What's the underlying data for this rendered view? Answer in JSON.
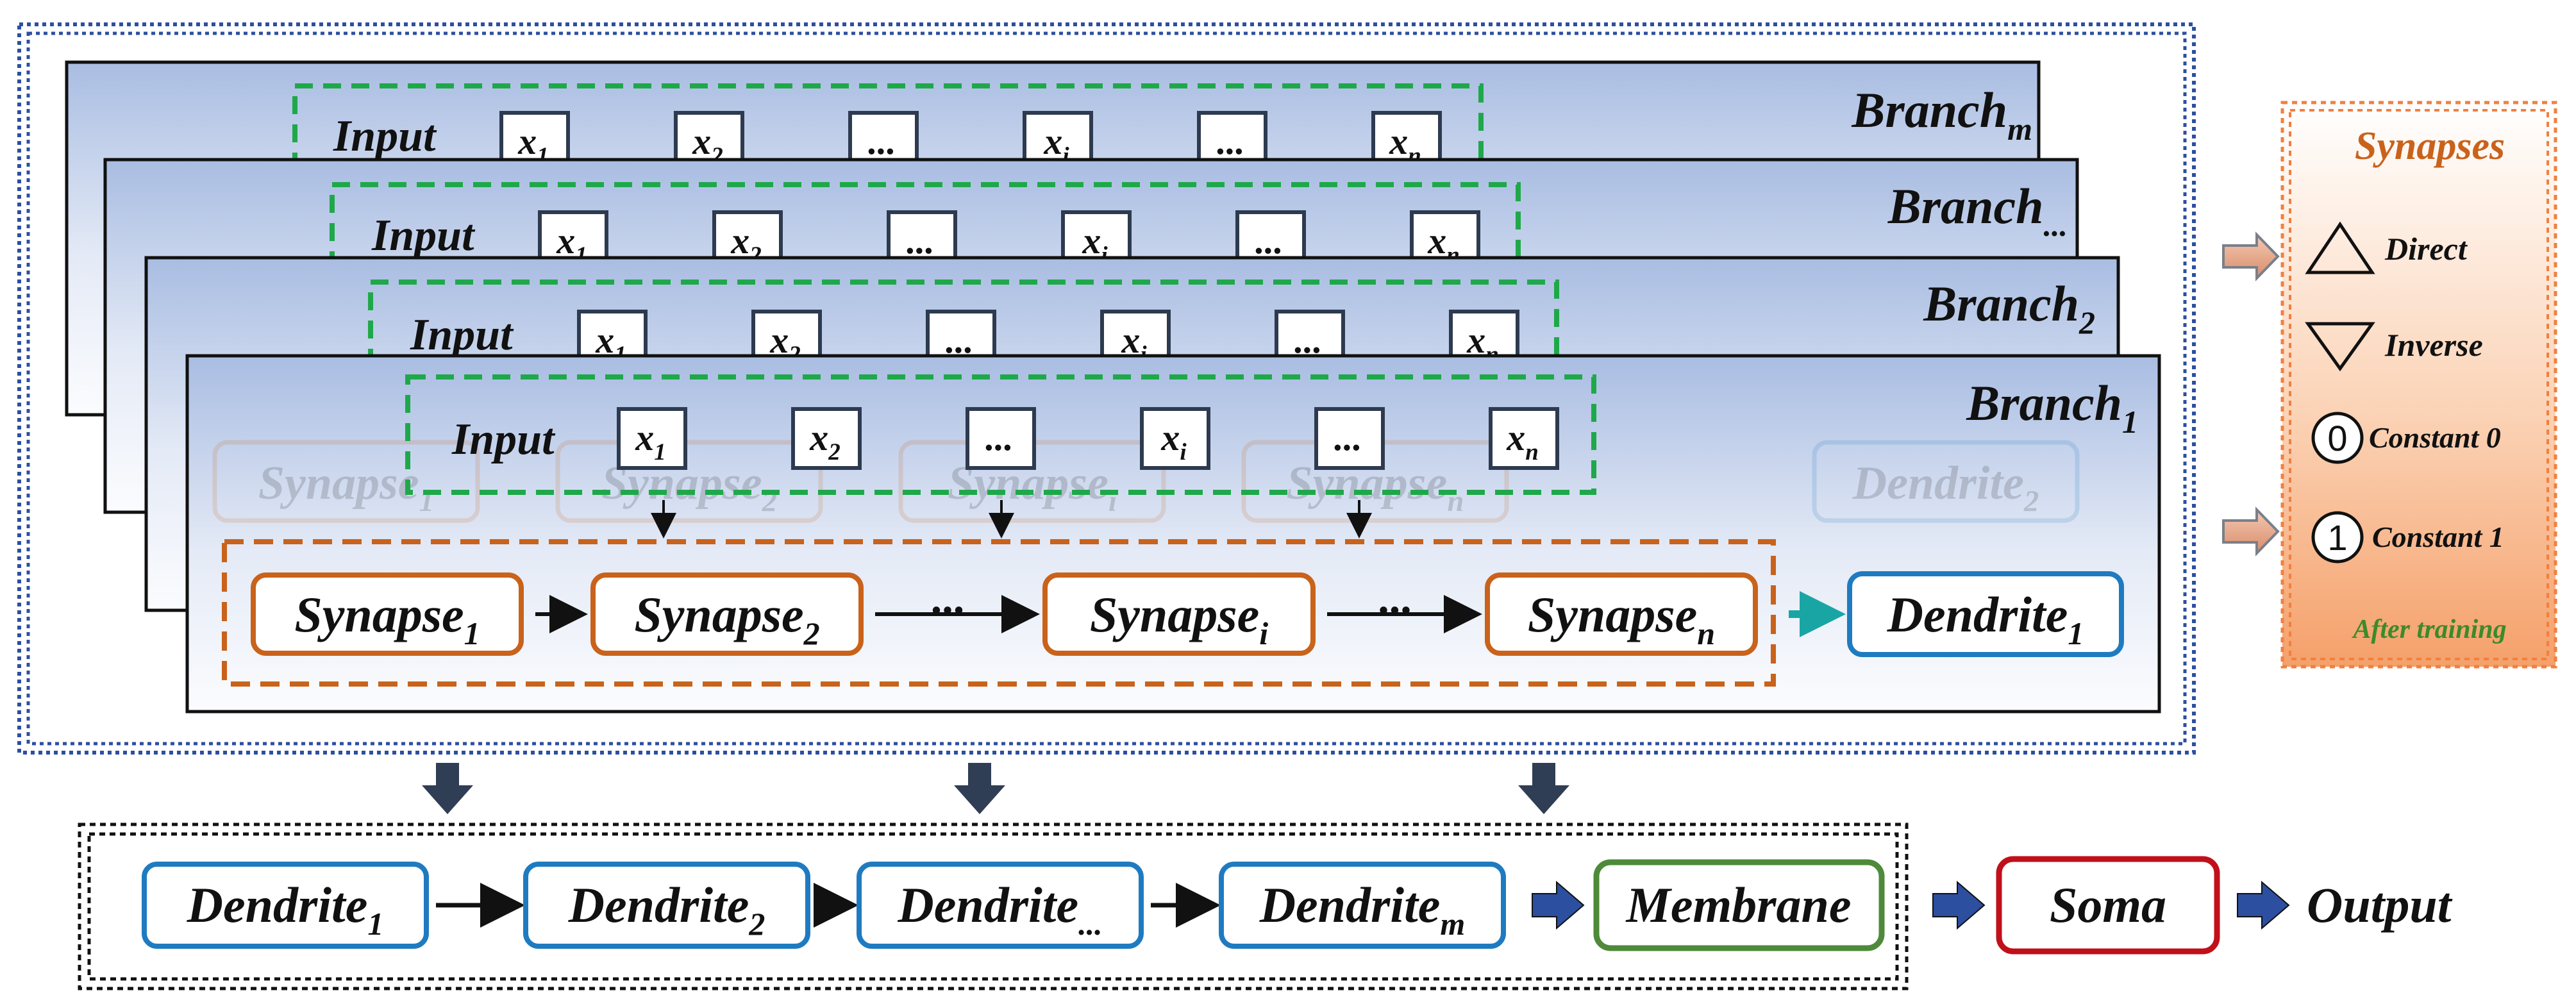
{
  "branches": [
    {
      "name": "Branch",
      "sub": "m"
    },
    {
      "name": "Branch",
      "sub": "..."
    },
    {
      "name": "Branch",
      "sub": "2"
    },
    {
      "name": "Branch",
      "sub": "1"
    }
  ],
  "input_label": "Input",
  "inputs": [
    {
      "base": "x",
      "sub": "1"
    },
    {
      "base": "x",
      "sub": "2"
    },
    {
      "base": "...",
      "sub": ""
    },
    {
      "base": "x",
      "sub": "i"
    },
    {
      "base": "...",
      "sub": ""
    },
    {
      "base": "x",
      "sub": "n"
    }
  ],
  "synapse_chain": [
    {
      "base": "Synapse",
      "sub": "1"
    },
    {
      "base": "Synapse",
      "sub": "2"
    },
    {
      "base": "Synapse",
      "sub": "i"
    },
    {
      "base": "Synapse",
      "sub": "n"
    }
  ],
  "ellipsis": "···",
  "branch_output": {
    "base": "Dendrite",
    "sub": "1"
  },
  "ghost_row": [
    {
      "base": "Synapse",
      "sub": "1"
    },
    {
      "base": "Synapse",
      "sub": "2"
    },
    {
      "base": "Synapse",
      "sub": "i"
    },
    {
      "base": "Synapse",
      "sub": "n"
    },
    {
      "base": "Dendrite",
      "sub": "2"
    }
  ],
  "synapses_legend": {
    "title": "Synapses",
    "items": [
      {
        "icon": "triangle-up-icon",
        "label": "Direct"
      },
      {
        "icon": "triangle-down-icon",
        "label": "Inverse"
      },
      {
        "icon": "zero-circle-icon",
        "glyph": "0",
        "label": "Constant 0"
      },
      {
        "icon": "one-circle-icon",
        "glyph": "1",
        "label": "Constant 1"
      }
    ],
    "footer": "After training"
  },
  "dendrite_chain": [
    {
      "base": "Dendrite",
      "sub": "1"
    },
    {
      "base": "Dendrite",
      "sub": "2"
    },
    {
      "base": "Dendrite",
      "sub": "..."
    },
    {
      "base": "Dendrite",
      "sub": "m"
    }
  ],
  "membrane": "Membrane",
  "soma": "Soma",
  "output": "Output",
  "colors": {
    "blue_dotted": "#2c4fa0",
    "green_dashed": "#1fa84a",
    "orange": "#c9621b",
    "dendrite_blue": "#1f7bc0",
    "membrane_green": "#4e8a3a",
    "soma_red": "#c0101a",
    "teal_arrow": "#1aa5a5",
    "dark_arrow": "#2f3d55",
    "legend_orange": "#f08040"
  }
}
